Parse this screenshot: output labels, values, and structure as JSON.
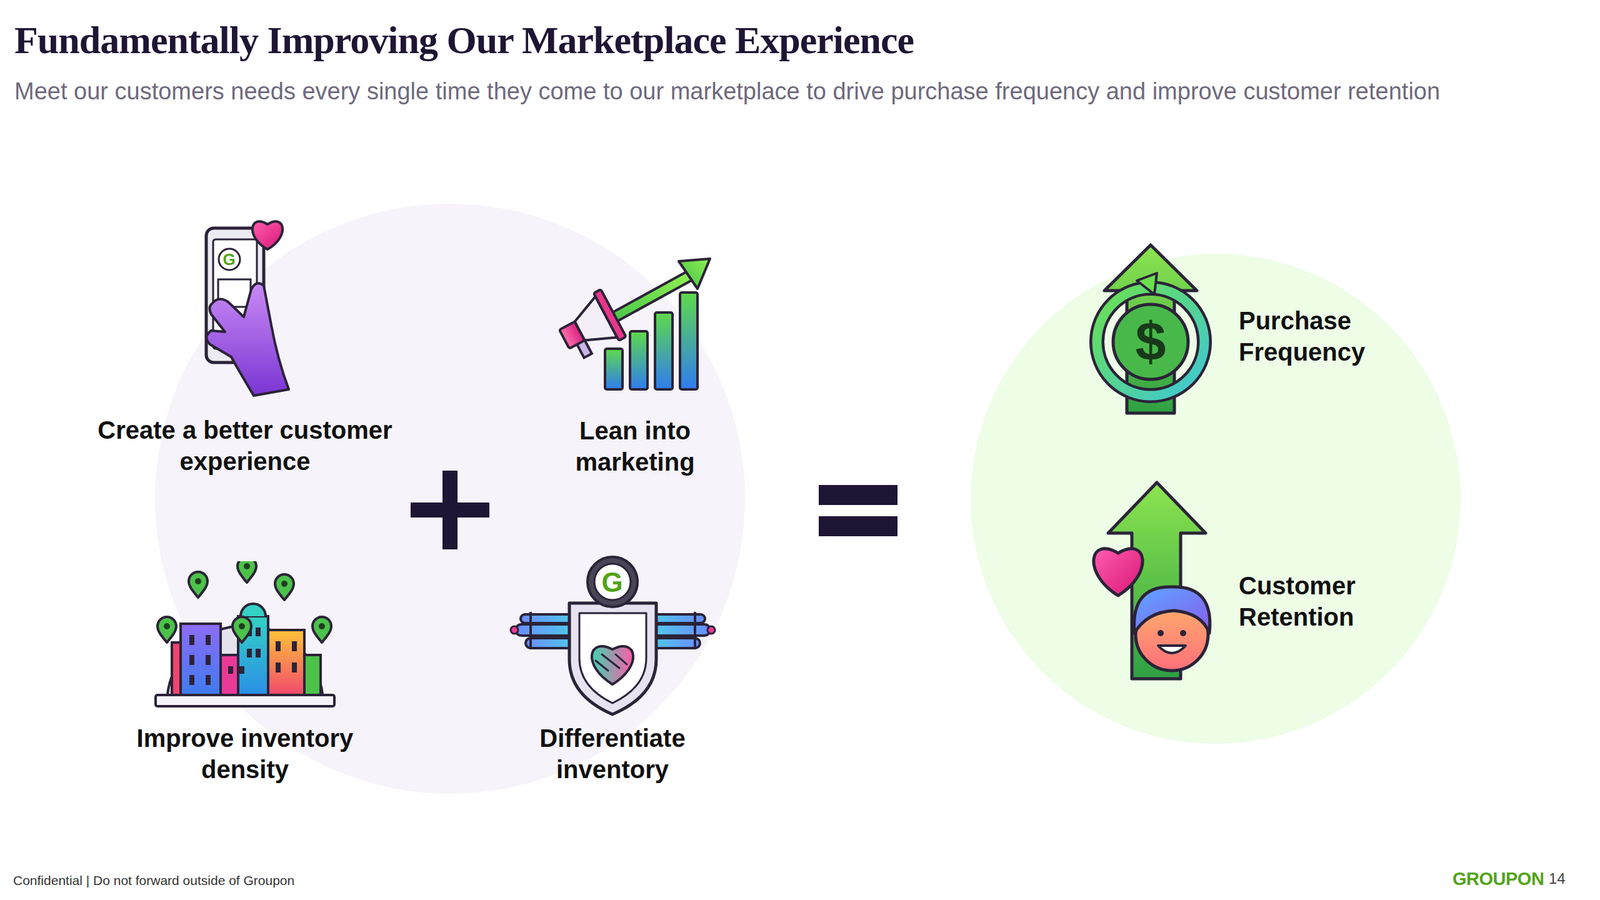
{
  "diagram": {
    "title": "Fundamentally Improving Our Marketplace Experience",
    "nodes": [
      {
        "text": []
      },
      {
        "text": [
          "Create a better customer experience"
        ],
        "in": 0
      },
      {
        "text": [
          "Lean into marketing"
        ],
        "in": 0
      },
      {
        "text": [
          "Improve inventory density"
        ],
        "in": 0
      },
      {
        "text": [
          "Differentiate inventory"
        ],
        "in": 0
      },
      {
        "text": []
      },
      {
        "text": [
          "Purchase Frequency"
        ],
        "in": 5
      },
      {
        "text": [
          "Customer Retention"
        ],
        "in": 5
      }
    ],
    "labels": [
      "Meet our customers needs every single time they come to our marketplace to drive purchase frequency and improve customer retention",
      "G",
      "G",
      "$",
      "Confidential | Do not forward outside of Groupon",
      "GROUPON",
      "14"
    ]
  }
}
